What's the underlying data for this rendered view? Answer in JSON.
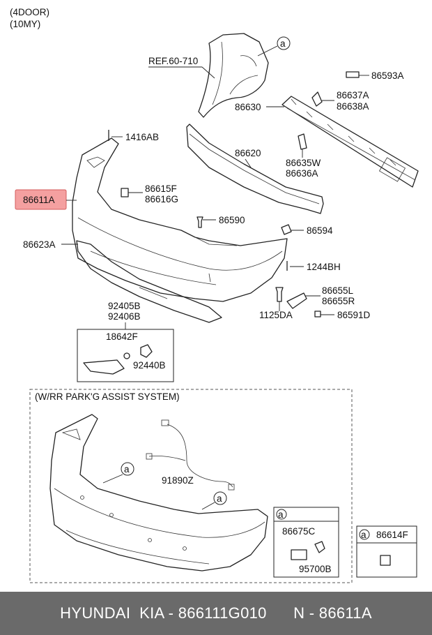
{
  "header": {
    "line1": "(4DOOR)",
    "line2": "(10MY)"
  },
  "labels": {
    "ref": "REF.60-710",
    "p86593A": "86593A",
    "p86637A": "86637A",
    "p86638A": "86638A",
    "p86630": "86630",
    "p1416AB": "1416AB",
    "p86620": "86620",
    "p86635W": "86635W",
    "p86636A": "86636A",
    "p86611A": "86611A",
    "p86615F": "86615F",
    "p86616G": "86616G",
    "p86590": "86590",
    "p86594": "86594",
    "p86623A": "86623A",
    "p1244BH": "1244BH",
    "p86655L": "86655L",
    "p86655R": "86655R",
    "p1125DA": "1125DA",
    "p86591D": "86591D",
    "p92405B": "92405B",
    "p92406B": "92406B",
    "p18642F": "18642F",
    "p92440B": "92440B",
    "parkAssist": "(W/RR PARK'G ASSIST SYSTEM)",
    "p91890Z": "91890Z",
    "p86675C": "86675C",
    "p95700B": "95700B",
    "p86614F": "86614F",
    "callout": "a"
  },
  "footer": {
    "text": "HYUNDAI  KIA - 866111G010      N - 86611A"
  },
  "colors": {
    "highlight": "#f4a0a0",
    "footer_bg": "#6a6a6a"
  }
}
